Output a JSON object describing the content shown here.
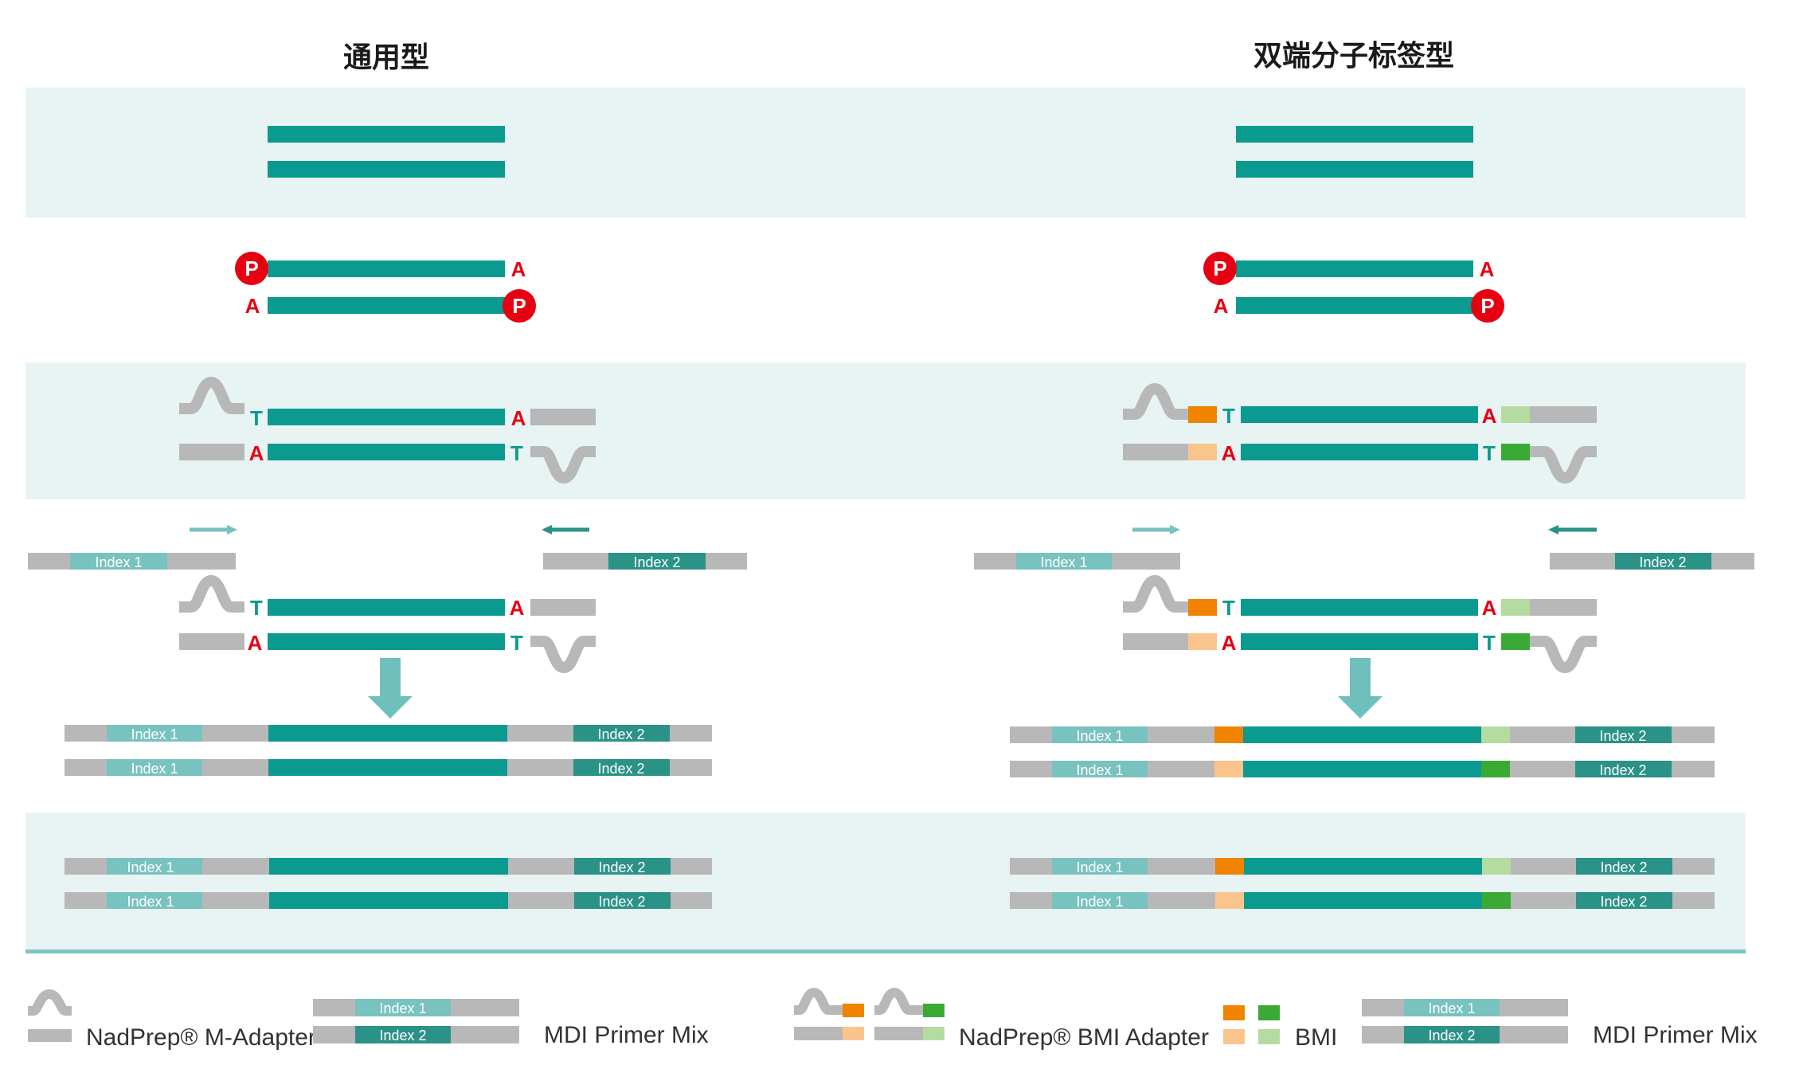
{
  "titles": {
    "left": "通用型",
    "right": "双端分子标签型"
  },
  "labels": {
    "phosphate": "P",
    "a_tail": "A",
    "t_overhang": "T",
    "index1": "Index 1",
    "index2": "Index 2"
  },
  "legend": {
    "m_adapter": "NadPrep® M-Adapter",
    "bmi_adapter": "NadPrep® BMI Adapter",
    "bmi": "BMI",
    "primer_mix_left": "MDI Primer Mix",
    "primer_mix_right": "MDI Primer Mix"
  },
  "colors": {
    "dna": "#0a9a8f",
    "adapter_gray": "#b8b8b8",
    "index1_light": "#78c2bf",
    "index2_dark": "#2a9287",
    "phosphate_red": "#e60012",
    "band_bg": "#e8f3f3",
    "divider": "#7cc5c3",
    "bmi_orange": "#f08300",
    "bmi_peach": "#f9c58d",
    "bmi_lightgreen": "#b5dca0",
    "bmi_green": "#3aaa35"
  }
}
